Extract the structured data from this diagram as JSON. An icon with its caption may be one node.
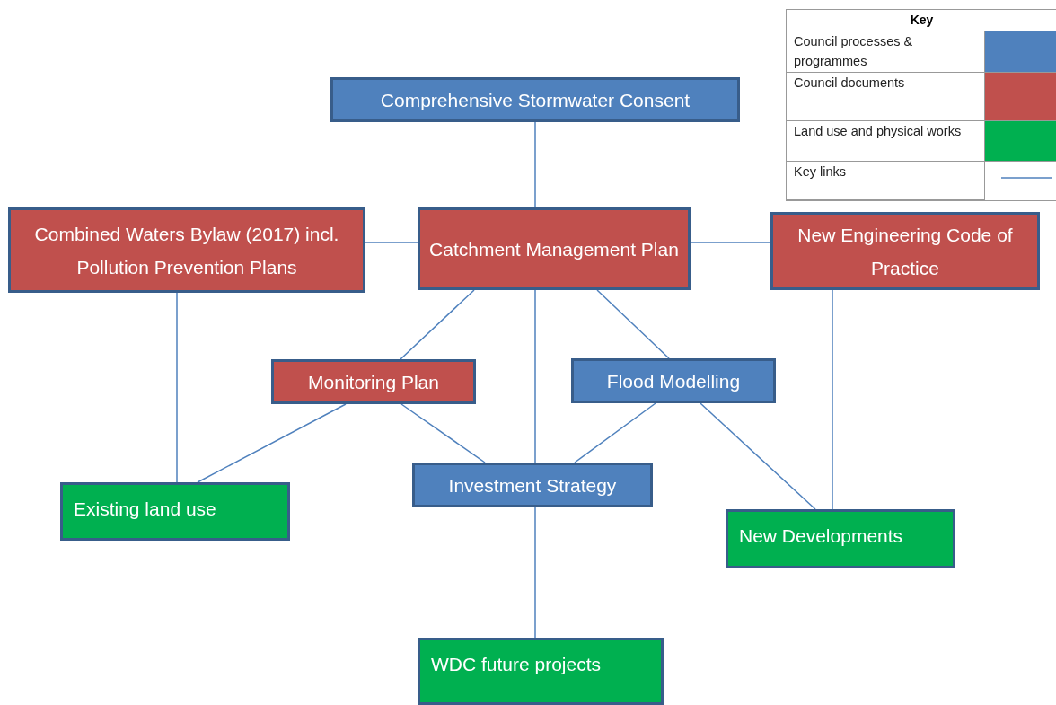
{
  "diagram": {
    "nodes": [
      {
        "text": [
          "Comprehensive Stormwater Consent"
        ]
      },
      {
        "text": [
          "Combined Waters Bylaw (2017) incl. Pollution Prevention Plans"
        ]
      },
      {
        "text": [
          "Catchment Management Plan"
        ]
      },
      {
        "text": [
          "New Engineering Code of Practice"
        ]
      },
      {
        "text": [
          "Monitoring Plan"
        ]
      },
      {
        "text": [
          "Flood Modelling"
        ]
      },
      {
        "text": [
          "Existing land use"
        ]
      },
      {
        "text": [
          "Investment Strategy"
        ]
      },
      {
        "text": [
          "New Developments"
        ]
      },
      {
        "text": [
          "WDC future projects"
        ]
      }
    ],
    "edges": [
      {
        "from": 0,
        "to": 2,
        "arrow": "none"
      },
      {
        "from": 1,
        "to": 2,
        "arrow": "none"
      },
      {
        "from": 2,
        "to": 3,
        "arrow": "none"
      },
      {
        "from": 2,
        "to": 4,
        "arrow": "none"
      },
      {
        "from": 2,
        "to": 5,
        "arrow": "none"
      },
      {
        "from": 2,
        "to": 7,
        "arrow": "none"
      },
      {
        "from": 1,
        "to": 6,
        "arrow": "none"
      },
      {
        "from": 4,
        "to": 6,
        "arrow": "none"
      },
      {
        "from": 4,
        "to": 7,
        "arrow": "none"
      },
      {
        "from": 5,
        "to": 7,
        "arrow": "none"
      },
      {
        "from": 5,
        "to": 8,
        "arrow": "none"
      },
      {
        "from": 3,
        "to": 8,
        "arrow": "none"
      },
      {
        "from": 7,
        "to": 9,
        "arrow": "none"
      }
    ],
    "labels": [
      "Key"
    ],
    "legend": [
      {
        "text": "Council processes & programmes",
        "color": "#4f81bd"
      },
      {
        "text": "Council documents",
        "color": "#c0504d"
      },
      {
        "text": "Land use and physical works",
        "color": "#00b050"
      },
      {
        "text": "Key links"
      }
    ]
  }
}
